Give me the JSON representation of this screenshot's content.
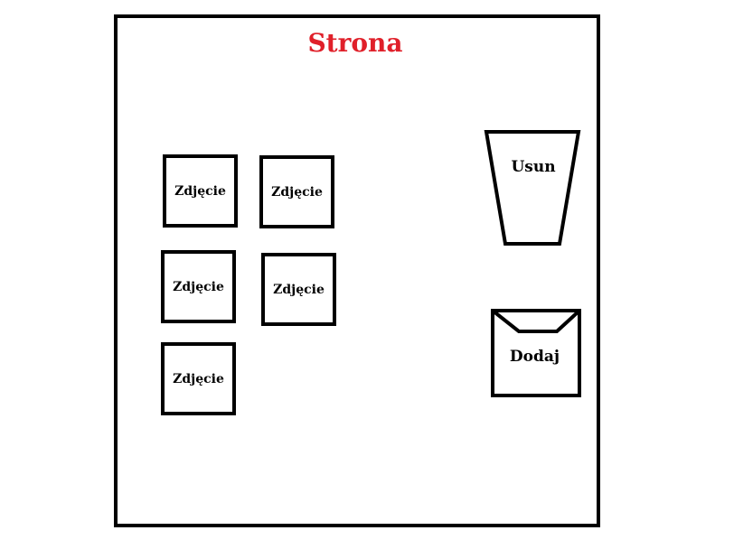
{
  "page": {
    "title": "Strona",
    "title_color": "#e0202a"
  },
  "photos": [
    {
      "label": "Zdjęcie"
    },
    {
      "label": "Zdjęcie"
    },
    {
      "label": "Zdjęcie"
    },
    {
      "label": "Zdjęcie"
    },
    {
      "label": "Zdjęcie"
    }
  ],
  "actions": {
    "delete": {
      "label": "Usun",
      "icon": "trash-bin-icon"
    },
    "add": {
      "label": "Dodaj",
      "icon": "envelope-icon"
    }
  }
}
